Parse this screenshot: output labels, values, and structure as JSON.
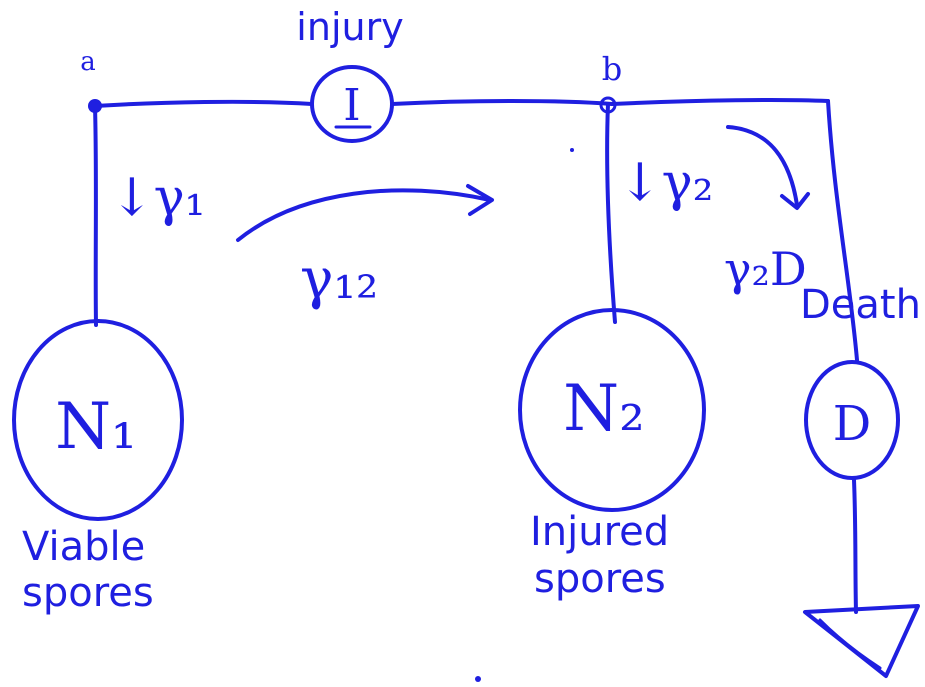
{
  "labels": {
    "injury": "injury",
    "node_a": "a",
    "node_b": "b",
    "injury_symbol": "I",
    "gamma1": "↓γ₁",
    "gamma12": "γ₁₂",
    "gamma2": "↓γ₂",
    "gamma2D": "γ₂D",
    "death": "Death",
    "death_symbol": "D",
    "n1": "N₁",
    "n2": "N₂",
    "viable_line1": "Viable",
    "viable_line2": "spores",
    "injured_line1": "Injured",
    "injured_line2": "spores"
  },
  "colors": {
    "ink": "#1f1fe0",
    "background": "#ffffff"
  }
}
